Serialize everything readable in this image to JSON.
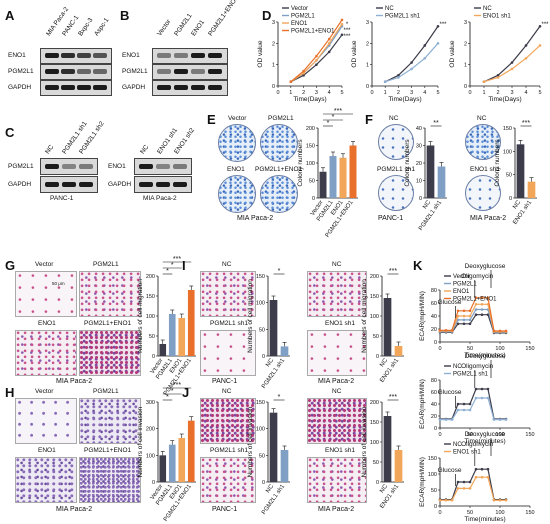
{
  "panels": {
    "A": {
      "label": "A",
      "columns": [
        "MIA Paca-2",
        "PANC-1",
        "Bxpc-3",
        "Aspc-1"
      ],
      "rows": [
        "ENO1",
        "PGM2L1",
        "GAPDH"
      ]
    },
    "B": {
      "label": "B",
      "columns": [
        "Vector",
        "PGM2L1",
        "ENO1",
        "PGM2L1+ENO1"
      ],
      "rows": [
        "ENO1",
        "PGM2L1",
        "GAPDH"
      ]
    },
    "C": {
      "label": "C",
      "left": {
        "columns": [
          "NC",
          "PGM2L1 sh1",
          "PGM2L1 sh2"
        ],
        "rows": [
          "PGM2L1",
          "GAPDH"
        ],
        "cell": "PANC-1"
      },
      "right": {
        "columns": [
          "NC",
          "ENO1 sh1",
          "ENO1 sh2"
        ],
        "rows": [
          "ENO1",
          "GAPDH"
        ],
        "cell": "MIA Paca-2"
      }
    },
    "D": {
      "label": "D"
    },
    "E": {
      "label": "E",
      "dishes": [
        "Vector",
        "PGM2L1",
        "ENO1",
        "PGM2L1+ENO1"
      ],
      "cell": "MIA Paca-2"
    },
    "F": {
      "label": "F",
      "left_dishes": [
        "NC",
        "PGM2L1 sh1"
      ],
      "left_cell": "PANC-1",
      "right_dishes": [
        "NC",
        "ENO1 sh1"
      ],
      "right_cell": "MIA Paca-2"
    },
    "G": {
      "label": "G",
      "images": [
        "Vector",
        "PGM2L1",
        "ENO1",
        "PGM2L1+ENO1"
      ],
      "cell": "MIA Paca-2",
      "scale": "50 μm"
    },
    "H": {
      "label": "H",
      "images": [
        "Vector",
        "PGM2L1",
        "ENO1",
        "PGM2L1+ENO1"
      ],
      "cell": "MIA Paca-2"
    },
    "I": {
      "label": "I",
      "left_images": [
        "NC",
        "PGM2L1 sh1"
      ],
      "left_cell": "PANC-1",
      "right_images": [
        "NC",
        "ENO1 sh1"
      ],
      "right_cell": "MIA Paca-2"
    },
    "J": {
      "label": "J",
      "left_images": [
        "NC",
        "PGM2L1 sh1"
      ],
      "left_cell": "PANC-1",
      "right_images": [
        "NC",
        "ENO1 sh1"
      ],
      "right_cell": "MIA Paca-2"
    },
    "K": {
      "label": "K",
      "annotations": {
        "deoxy": "Deoxyglucose",
        "oligo": "Oligomycin",
        "glucose": "Glucose"
      }
    }
  },
  "chart_data": [
    {
      "id": "D1",
      "type": "line",
      "xlabel": "Time(Days)",
      "ylabel": "OD value",
      "x": [
        1,
        2,
        3,
        4,
        5
      ],
      "xlim": [
        0,
        5
      ],
      "ylim": [
        0,
        3
      ],
      "yticks": [
        0,
        1,
        2,
        3
      ],
      "series": [
        {
          "name": "Vector",
          "color": "#3c3c4a",
          "values": [
            0.2,
            0.5,
            1.0,
            1.6,
            2.4
          ]
        },
        {
          "name": "PGM2L1",
          "color": "#7fa0c4",
          "values": [
            0.2,
            0.6,
            1.2,
            1.9,
            2.8
          ]
        },
        {
          "name": "ENO1",
          "color": "#f2a65a",
          "values": [
            0.2,
            0.6,
            1.2,
            2.0,
            2.9
          ]
        },
        {
          "name": "PGM2L1+ENO1",
          "color": "#e8702a",
          "values": [
            0.2,
            0.7,
            1.4,
            2.2,
            3.1
          ]
        }
      ],
      "sig": [
        "*",
        "***",
        "***"
      ]
    },
    {
      "id": "D2",
      "type": "line",
      "xlabel": "Time(Days)",
      "ylabel": "OD value",
      "x": [
        1,
        2,
        3,
        4,
        5
      ],
      "xlim": [
        0,
        5
      ],
      "ylim": [
        0,
        3
      ],
      "yticks": [
        0,
        1,
        2,
        3
      ],
      "series": [
        {
          "name": "NC",
          "color": "#3c3c4a",
          "values": [
            0.2,
            0.5,
            1.1,
            1.9,
            2.8
          ]
        },
        {
          "name": "PGM2L1 sh1",
          "color": "#8fb0d4",
          "values": [
            0.2,
            0.4,
            0.8,
            1.3,
            2.0
          ]
        }
      ],
      "sig": [
        "***"
      ]
    },
    {
      "id": "D3",
      "type": "line",
      "xlabel": "Time(Days)",
      "ylabel": "OD value",
      "x": [
        1,
        2,
        3,
        4,
        5
      ],
      "xlim": [
        0,
        5
      ],
      "ylim": [
        0,
        3
      ],
      "yticks": [
        0,
        1,
        2,
        3
      ],
      "series": [
        {
          "name": "NC",
          "color": "#3c3c4a",
          "values": [
            0.2,
            0.5,
            1.1,
            1.9,
            2.8
          ]
        },
        {
          "name": "ENO1 sh1",
          "color": "#f2a65a",
          "values": [
            0.2,
            0.4,
            0.8,
            1.3,
            1.9
          ]
        }
      ],
      "sig": [
        "***"
      ]
    },
    {
      "id": "E",
      "type": "bar",
      "ylabel": "Colony numbers",
      "categories": [
        "Vector",
        "PGM2L1",
        "ENO1",
        "PGM2L1+ENO1"
      ],
      "values": [
        75,
        120,
        115,
        150
      ],
      "colors": [
        "#3c3c4a",
        "#7fa0c4",
        "#f2a65a",
        "#e8702a"
      ],
      "ylim": [
        0,
        200
      ],
      "yticks": [
        0,
        50,
        100,
        150,
        200
      ],
      "sig": [
        "*",
        "*",
        "***"
      ]
    },
    {
      "id": "F1",
      "type": "bar",
      "ylabel": "Colony numbers",
      "categories": [
        "NC",
        "PGM2L1 sh1"
      ],
      "values": [
        30,
        18
      ],
      "colors": [
        "#3c3c4a",
        "#7fa0c4"
      ],
      "ylim": [
        0,
        40
      ],
      "yticks": [
        0,
        10,
        20,
        30,
        40
      ],
      "sig": [
        "**"
      ]
    },
    {
      "id": "F2",
      "type": "bar",
      "ylabel": "Colony numbers",
      "categories": [
        "NC",
        "ENO1 sh1"
      ],
      "values": [
        115,
        35
      ],
      "colors": [
        "#3c3c4a",
        "#f2a65a"
      ],
      "ylim": [
        0,
        150
      ],
      "yticks": [
        0,
        50,
        100,
        150
      ],
      "sig": [
        "***"
      ]
    },
    {
      "id": "G",
      "type": "bar",
      "ylabel": "Numbers of cell migration",
      "categories": [
        "Vector",
        "PGM2L1",
        "ENO1",
        "PGM2L1+ENO1"
      ],
      "values": [
        30,
        105,
        95,
        165
      ],
      "colors": [
        "#3c3c4a",
        "#7fa0c4",
        "#f2a65a",
        "#e8702a"
      ],
      "ylim": [
        0,
        200
      ],
      "yticks": [
        0,
        50,
        100,
        150,
        200
      ],
      "sig": [
        "*",
        "*",
        "***"
      ]
    },
    {
      "id": "I1",
      "type": "bar",
      "ylabel": "Numbers of cell migration",
      "categories": [
        "NC",
        "PGM2L1 sh1"
      ],
      "values": [
        105,
        18
      ],
      "colors": [
        "#3c3c4a",
        "#7fa0c4"
      ],
      "ylim": [
        0,
        150
      ],
      "yticks": [
        0,
        50,
        100,
        150
      ],
      "sig": [
        "*"
      ]
    },
    {
      "id": "I2",
      "type": "bar",
      "ylabel": "Numbers of cell migration",
      "categories": [
        "NC",
        "ENO1 sh1"
      ],
      "values": [
        145,
        25
      ],
      "colors": [
        "#3c3c4a",
        "#f2a65a"
      ],
      "ylim": [
        0,
        200
      ],
      "yticks": [
        0,
        50,
        100,
        150,
        200
      ],
      "sig": [
        "***"
      ]
    },
    {
      "id": "H",
      "type": "bar",
      "ylabel": "Numbers of cell invasion",
      "categories": [
        "Vector",
        "PGM2L1",
        "ENO1",
        "PGM2L1+ENO1"
      ],
      "values": [
        100,
        140,
        165,
        230
      ],
      "colors": [
        "#3c3c4a",
        "#7fa0c4",
        "#f2a65a",
        "#e8702a"
      ],
      "ylim": [
        0,
        300
      ],
      "yticks": [
        0,
        100,
        200,
        300
      ],
      "sig": [
        "*",
        "*",
        "***"
      ]
    },
    {
      "id": "J1",
      "type": "bar",
      "ylabel": "Numbers of cell invasion",
      "categories": [
        "NC",
        "PGM2L1 sh1"
      ],
      "values": [
        130,
        60
      ],
      "colors": [
        "#3c3c4a",
        "#7fa0c4"
      ],
      "ylim": [
        0,
        150
      ],
      "yticks": [
        0,
        50,
        100,
        150
      ],
      "sig": [
        "*"
      ]
    },
    {
      "id": "J2",
      "type": "bar",
      "ylabel": "Numbers of cell invasion",
      "categories": [
        "NC",
        "ENO1 sh1"
      ],
      "values": [
        165,
        80
      ],
      "colors": [
        "#3c3c4a",
        "#f2a65a"
      ],
      "ylim": [
        0,
        200
      ],
      "yticks": [
        0,
        50,
        100,
        150,
        200
      ],
      "sig": [
        "***"
      ]
    },
    {
      "id": "K1",
      "type": "line",
      "xlabel": "Time(minutes)",
      "ylabel": "ECAR(mpH/MIN)",
      "x": [
        0,
        10,
        20,
        30,
        40,
        50,
        60,
        70,
        80,
        90,
        100,
        110
      ],
      "xlim": [
        0,
        150
      ],
      "ylim": [
        0,
        80
      ],
      "yticks": [
        0,
        20,
        40,
        60,
        80
      ],
      "xticks": [
        0,
        50,
        100,
        150
      ],
      "series": [
        {
          "name": "Vector",
          "color": "#3c3c4a",
          "values": [
            15,
            15,
            15,
            28,
            28,
            28,
            42,
            42,
            42,
            14,
            14,
            14
          ]
        },
        {
          "name": "PGM2L1",
          "color": "#7fa0c4",
          "values": [
            16,
            16,
            16,
            34,
            34,
            34,
            50,
            50,
            50,
            15,
            15,
            15
          ]
        },
        {
          "name": "ENO1",
          "color": "#f2a65a",
          "values": [
            17,
            17,
            17,
            40,
            40,
            40,
            58,
            58,
            58,
            16,
            16,
            16
          ]
        },
        {
          "name": "PGM2L1+ENO1",
          "color": "#e8702a",
          "values": [
            18,
            18,
            18,
            48,
            48,
            48,
            68,
            68,
            68,
            17,
            17,
            17
          ]
        }
      ]
    },
    {
      "id": "K2",
      "type": "line",
      "xlabel": "Time(minutes)",
      "ylabel": "ECAR(mpH/MIN)",
      "x": [
        0,
        10,
        20,
        30,
        40,
        50,
        60,
        70,
        80,
        90,
        100,
        110
      ],
      "xlim": [
        0,
        150
      ],
      "ylim": [
        0,
        80
      ],
      "yticks": [
        0,
        20,
        40,
        60,
        80
      ],
      "xticks": [
        0,
        50,
        100,
        150
      ],
      "series": [
        {
          "name": "NC",
          "color": "#3c3c4a",
          "values": [
            15,
            15,
            15,
            40,
            40,
            40,
            65,
            65,
            65,
            15,
            15,
            15
          ]
        },
        {
          "name": "PGM2L1 sh1",
          "color": "#8fb0d4",
          "values": [
            14,
            14,
            14,
            30,
            30,
            30,
            50,
            50,
            50,
            14,
            14,
            14
          ]
        }
      ]
    },
    {
      "id": "K3",
      "type": "line",
      "xlabel": "Time(minutes)",
      "ylabel": "ECAR(mpH/MIN)",
      "x": [
        0,
        10,
        20,
        30,
        40,
        50,
        60,
        70,
        80,
        90,
        100,
        110
      ],
      "xlim": [
        0,
        150
      ],
      "ylim": [
        0,
        150
      ],
      "yticks": [
        0,
        50,
        100,
        150
      ],
      "xticks": [
        0,
        50,
        100,
        150
      ],
      "series": [
        {
          "name": "NC",
          "color": "#3c3c4a",
          "values": [
            20,
            20,
            20,
            75,
            75,
            75,
            115,
            115,
            115,
            20,
            20,
            20
          ]
        },
        {
          "name": "ENO1 sh1",
          "color": "#f2a65a",
          "values": [
            18,
            18,
            18,
            55,
            55,
            55,
            90,
            90,
            90,
            18,
            18,
            18
          ]
        }
      ]
    }
  ]
}
